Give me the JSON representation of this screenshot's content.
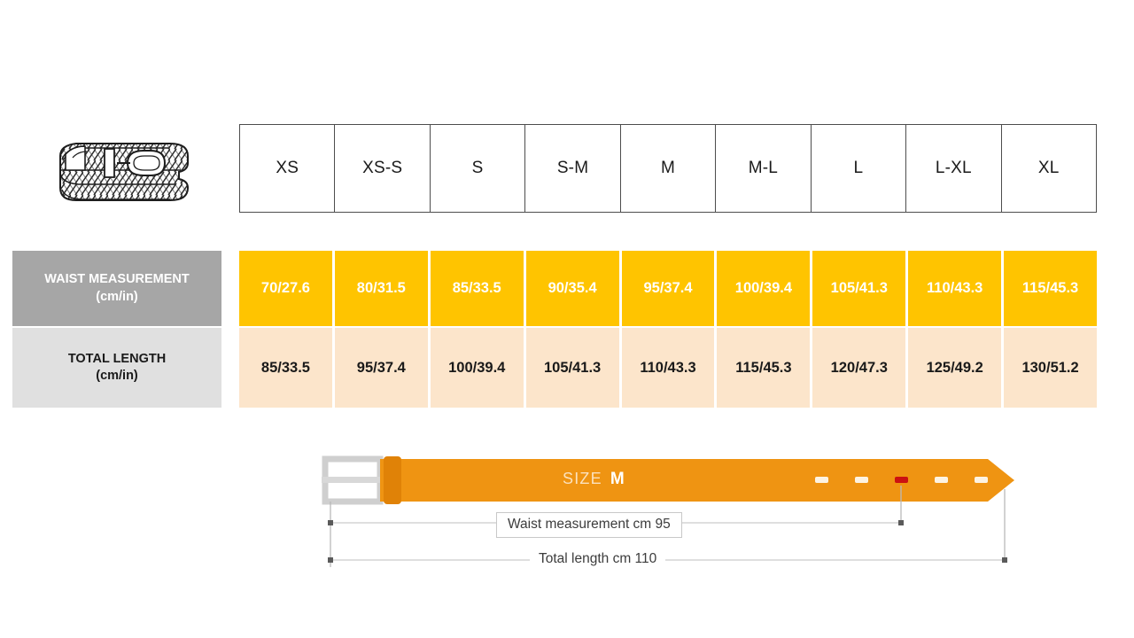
{
  "product": {
    "icon": "braided-belt-icon",
    "alt": "woven braided belt"
  },
  "table": {
    "size_headers": [
      "XS",
      "XS-S",
      "S",
      "S-M",
      "M",
      "M-L",
      "L",
      "L-XL",
      "XL"
    ],
    "rows": [
      {
        "id": "waist-measurement",
        "label_line1": "WAIST MEASUREMENT",
        "label_line2": "(cm/in)",
        "label_bg": "#a6a6a6",
        "label_color": "#ffffff",
        "cell_bg": "#ffc400",
        "cell_color": "#ffffff",
        "values": [
          "70/27.6",
          "80/31.5",
          "85/33.5",
          "90/35.4",
          "95/37.4",
          "100/39.4",
          "105/41.3",
          "110/43.3",
          "115/45.3"
        ]
      },
      {
        "id": "total-length",
        "label_line1": "TOTAL LENGTH",
        "label_line2": "(cm/in)",
        "label_bg": "#e0e0e0",
        "label_color": "#1a1a1a",
        "cell_bg": "#fce5cb",
        "cell_color": "#1a1a1a",
        "values": [
          "85/33.5",
          "95/37.4",
          "100/39.4",
          "105/41.3",
          "110/43.3",
          "115/45.3",
          "120/47.3",
          "125/49.2",
          "130/51.2"
        ]
      }
    ]
  },
  "diagram": {
    "size_prefix": "SIZE",
    "size_value": "M",
    "waist_dimension": "Waist measurement cm 95",
    "total_dimension": "Total length cm 110",
    "belt_color": "#ef9412",
    "keeper_color": "#e08207",
    "buckle_color": "#e3e3e3",
    "active_hole_color": "#cc1111",
    "hole_color": "#fdf3e2",
    "hole_count": 5,
    "active_hole_index": 3
  }
}
